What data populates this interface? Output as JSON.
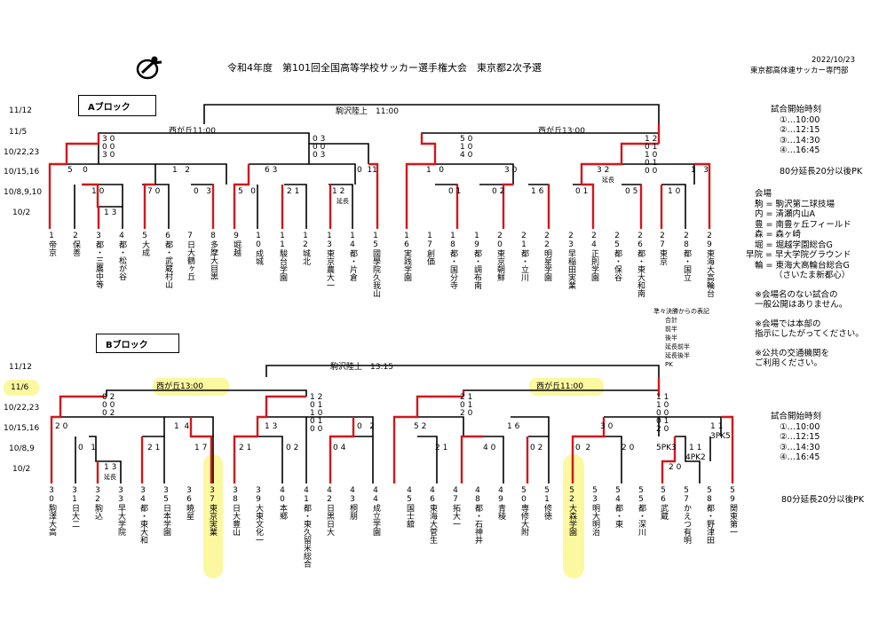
{
  "header": {
    "title": "令和4年度　第101回全国高等学校サッカー選手権大会　東京都2次予選",
    "date": "2022/10/23",
    "org": "東京都高体連サッカー専門部"
  },
  "blockA": {
    "label": "Aブロック",
    "rounds": [
      "11/12",
      "11/5",
      "10/22,23",
      "10/15,16",
      "10/8,9,10",
      "10/2"
    ],
    "final_venue": "駒沢陸上　11:00",
    "left_venue": "西が丘11:00",
    "right_venue": "西が丘13:00",
    "teams": [
      {
        "no": "1",
        "name": "帝京"
      },
      {
        "no": "2",
        "name": "保善"
      },
      {
        "no": "3",
        "name": "都・三鷹中等"
      },
      {
        "no": "4",
        "name": "都・松が谷"
      },
      {
        "no": "5",
        "name": "大成"
      },
      {
        "no": "6",
        "name": "都・武蔵村山"
      },
      {
        "no": "7",
        "name": "日大鶴ヶ丘"
      },
      {
        "no": "8",
        "name": "多摩大目黒"
      },
      {
        "no": "9",
        "name": "堀越"
      },
      {
        "no": "10",
        "name": "成城"
      },
      {
        "no": "11",
        "name": "駿台学園"
      },
      {
        "no": "12",
        "name": "城北"
      },
      {
        "no": "13",
        "name": "東京農大一"
      },
      {
        "no": "14",
        "name": "都・片倉"
      },
      {
        "no": "15",
        "name": "國學院久我山"
      },
      {
        "no": "16",
        "name": "実践学園"
      },
      {
        "no": "17",
        "name": "創価"
      },
      {
        "no": "18",
        "name": "都・国分寺"
      },
      {
        "no": "19",
        "name": "都・調布南"
      },
      {
        "no": "20",
        "name": "東京朝鮮"
      },
      {
        "no": "21",
        "name": "都・立川"
      },
      {
        "no": "22",
        "name": "明星学園"
      },
      {
        "no": "23",
        "name": "早稲田実業"
      },
      {
        "no": "24",
        "name": "正則学園"
      },
      {
        "no": "25",
        "name": "都・保谷"
      },
      {
        "no": "26",
        "name": "都・東大和南"
      },
      {
        "no": "27",
        "name": "東京"
      },
      {
        "no": "28",
        "name": "都・国立"
      },
      {
        "no": "29",
        "name": "東海大高輪台"
      }
    ],
    "extension_note": "延長"
  },
  "blockB": {
    "label": "Bブロック",
    "rounds": [
      "11/12",
      "11/6",
      "10/22,23",
      "10/15,16",
      "10/8,9",
      "10/2"
    ],
    "final_venue": "駒沢陸上　13:15",
    "left_venue": "西が丘13:00",
    "right_venue": "西が丘11:00",
    "teams": [
      {
        "no": "30",
        "name": "駒澤大高"
      },
      {
        "no": "31",
        "name": "日大二"
      },
      {
        "no": "32",
        "name": "駒込"
      },
      {
        "no": "33",
        "name": "早大学院"
      },
      {
        "no": "34",
        "name": "都・東大和"
      },
      {
        "no": "35",
        "name": "日本学園"
      },
      {
        "no": "36",
        "name": "暁星"
      },
      {
        "no": "37",
        "name": "東京実業"
      },
      {
        "no": "38",
        "name": "日大豊山"
      },
      {
        "no": "39",
        "name": "大東文化一"
      },
      {
        "no": "40",
        "name": "本郷"
      },
      {
        "no": "41",
        "name": "都・東久留米総合"
      },
      {
        "no": "42",
        "name": "日黒日大"
      },
      {
        "no": "43",
        "name": "桐朋"
      },
      {
        "no": "44",
        "name": "成立学園"
      },
      {
        "no": "45",
        "name": "国士舘"
      },
      {
        "no": "46",
        "name": "東海大菅生"
      },
      {
        "no": "47",
        "name": "拓大一"
      },
      {
        "no": "48",
        "name": "都・石神井"
      },
      {
        "no": "49",
        "name": "青稜"
      },
      {
        "no": "50",
        "name": "専修大附"
      },
      {
        "no": "51",
        "name": "修徳"
      },
      {
        "no": "52",
        "name": "大森学園"
      },
      {
        "no": "53",
        "name": "明大明治"
      },
      {
        "no": "54",
        "name": "都・東"
      },
      {
        "no": "55",
        "name": "都・深川"
      },
      {
        "no": "56",
        "name": "武蔵"
      },
      {
        "no": "57",
        "name": "かえつ有明"
      },
      {
        "no": "58",
        "name": "都・野津田"
      },
      {
        "no": "59",
        "name": "関東第一"
      }
    ],
    "pk": [
      "5PK3",
      "4PK2",
      "3PK5"
    ],
    "extension_note": "延長"
  },
  "side": {
    "start_title": "試合開始時刻",
    "times": [
      "①…10:00",
      "②…12:15",
      "③…14:30",
      "④…16:45"
    ],
    "overtime": "80分延長20分以後PK",
    "venue_title": "会場",
    "venues": [
      "駒 = 駒沢第二球技場",
      "内 = 清瀬内山A",
      "豊 = 南豊ヶ丘フィールド",
      "森 = 森ヶ崎",
      "堀 = 堀越学園総合G",
      "早院 = 早大学院グラウンド",
      "輪 = 東海大高輪台総合G",
      "（さいたま新都心）"
    ],
    "notes": [
      "※会場名のない試合の",
      "一般公開はありません。",
      "※会場では本部の",
      "指示にしたがってください。",
      "※公共の交通機関を",
      "ご利用ください。"
    ],
    "score_legend_title": "準々決勝からの表記",
    "score_legend": [
      "合計",
      "前半",
      "後半",
      "延長前半",
      "延長後半",
      "PK"
    ],
    "start_title_b": "試合開始時刻",
    "overtime_b": "80分延長20分以後PK"
  }
}
